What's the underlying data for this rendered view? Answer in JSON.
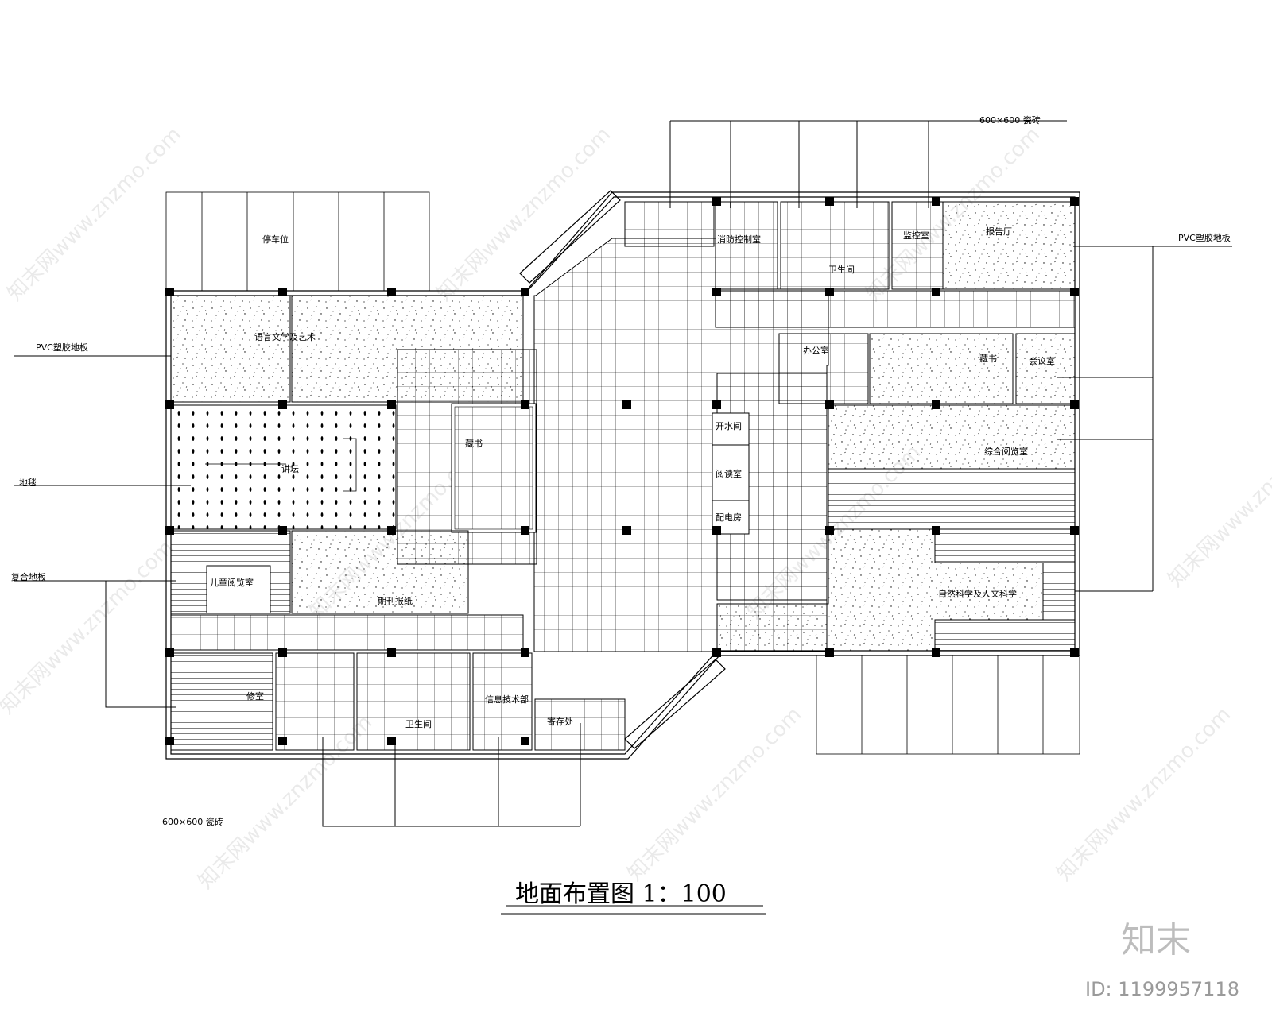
{
  "drawing": {
    "title": "地面布置图 1：100",
    "brand": "知末",
    "image_id": "ID: 1199957118",
    "watermark": "知末网www.znzmo.com"
  },
  "material_labels": {
    "tile_top": "600×600 瓷砖",
    "tile_bottom": "600×600 瓷砖",
    "pvc_left": "PVC塑胶地板",
    "pvc_right": "PVC塑胶地板",
    "carpet": "地毯",
    "laminate": "复合地板"
  },
  "rooms": {
    "parking": "停车位",
    "language_art": "语言文学及艺术",
    "lecture": "讲坛",
    "periodicals": "期刊报纸",
    "children_reading": "儿童阅览室",
    "reserve_a": "藏书",
    "reserve_b": "藏书",
    "boiler": "开水间",
    "reading_room": "阅读室",
    "power_room": "配电房",
    "fire_control": "消防控制室",
    "toilet_top": "卫生间",
    "monitoring": "监控室",
    "report_hall": "报告厅",
    "office": "办公室",
    "meeting": "会议室",
    "general_reading": "综合阅览室",
    "nature_science": "自然科学及人文科学",
    "workshop": "修室",
    "toilet_bottom": "卫生间",
    "it_dept": "信息技术部",
    "storage": "寄存处"
  }
}
